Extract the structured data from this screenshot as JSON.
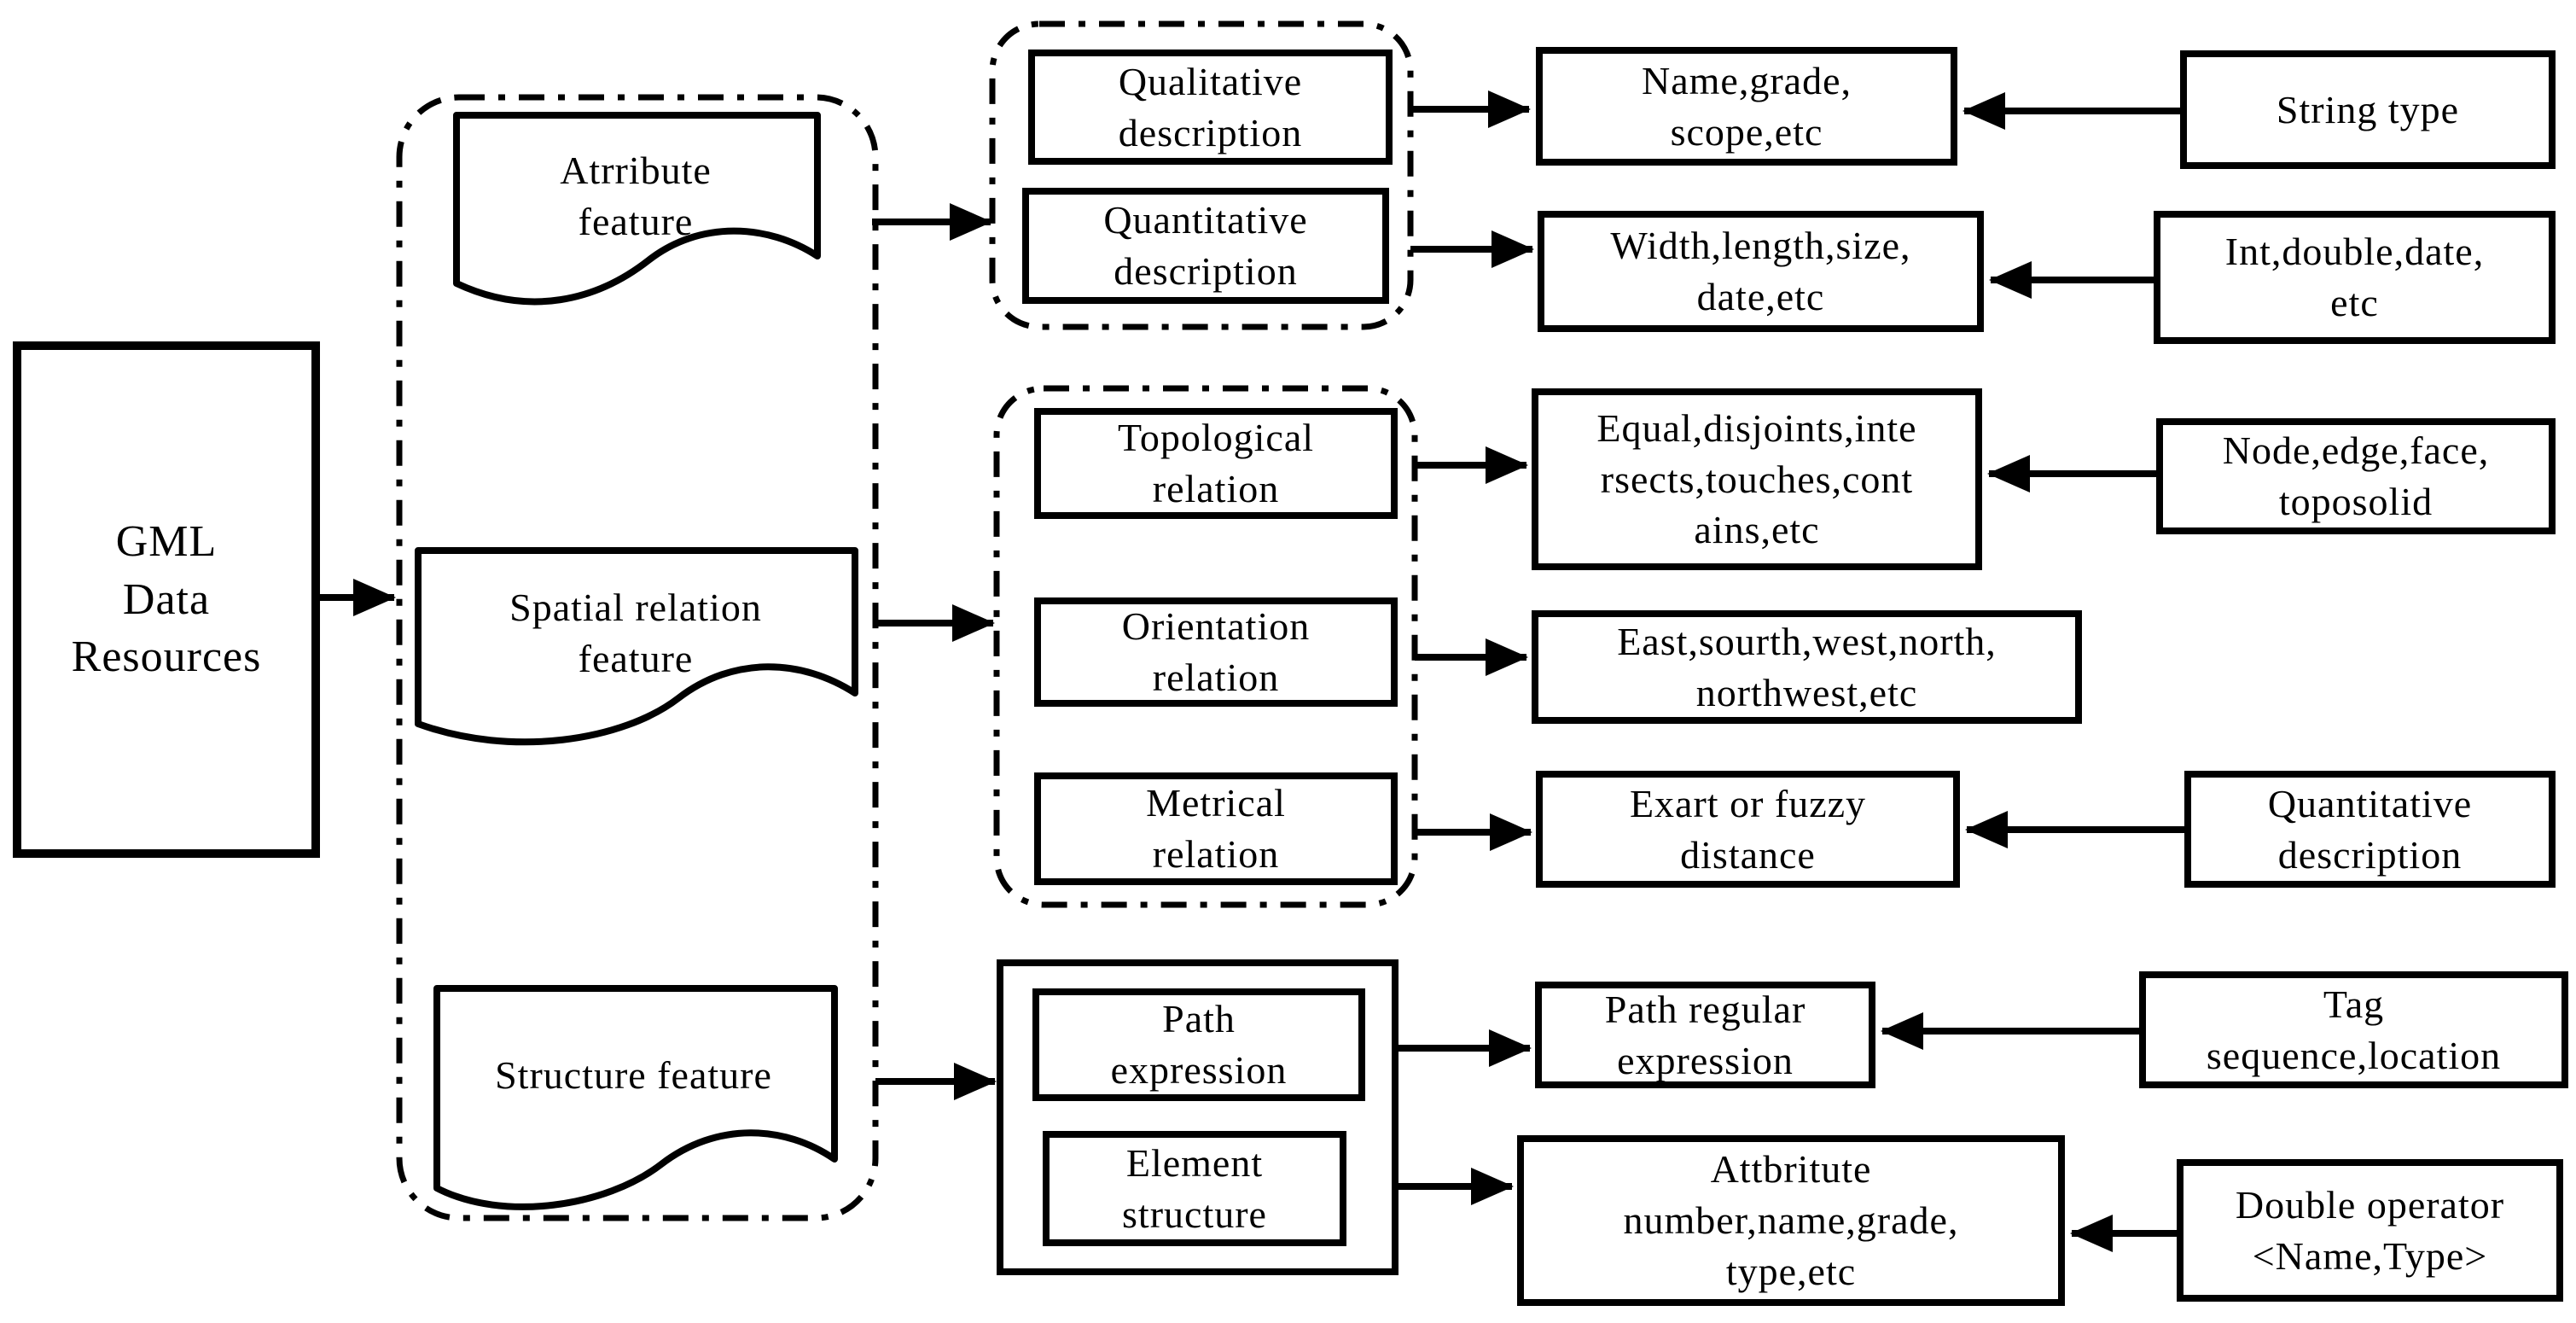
{
  "title": "GML data resources feature diagram",
  "colors": {
    "ink": "#000000",
    "background": "#ffffff"
  },
  "nodes": {
    "gml": "GML\nData\nResources",
    "attribute_feature": "Atrribute\nfeature",
    "spatial_feature": "Spatial relation\nfeature",
    "structure_feature": "Structure feature",
    "qualitative": "Qualitative\ndescription",
    "quantitative": "Quantitative\ndescription",
    "name_grade": "Name,grade,\nscope,etc",
    "string_type": "String type",
    "width_length": "Width,length,size,\ndate,etc",
    "int_double": "Int,double,date,\netc",
    "topological": "Topological\nrelation",
    "equal_disjoints": "Equal,disjoints,inte\nrsects,touches,cont\nains,etc",
    "node_edge": "Node,edge,face,\ntoposolid",
    "orientation": "Orientation\nrelation",
    "east_sourth": "East,sourth,west,north,\nnorthwest,etc",
    "metrical": "Metrical\nrelation",
    "exart": "Exart or fuzzy\ndistance",
    "quantitative_right": "Quantitative\ndescription",
    "path_expression": "Path\nexpression",
    "path_regular": "Path regular\nexpression",
    "tag_sequence": "Tag\nsequence,location",
    "element_structure": "Element\nstructure",
    "attbritute": "Attbritute\nnumber,name,grade,\ntype,etc",
    "double_operator": "Double operator\n<Name,Type>"
  }
}
